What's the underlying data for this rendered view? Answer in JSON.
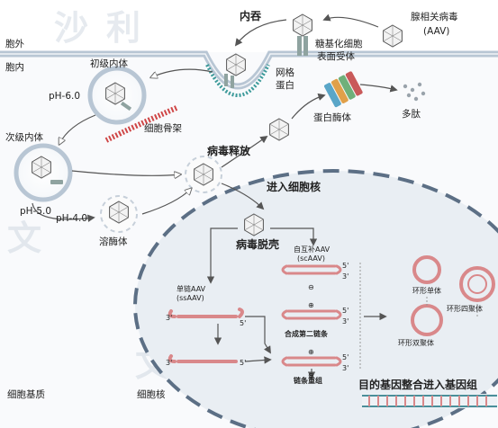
{
  "labels": {
    "outside": "胞外",
    "inside": "胞内",
    "aav": "腺相关病毒",
    "aav_abbr": "(AAV)",
    "endocytosis": "内吞",
    "receptor_line1": "糖基化细胞",
    "receptor_line2": "表面受体",
    "clathrin_line1": "网格",
    "clathrin_line2": "蛋白",
    "early_endosome": "初级内体",
    "ph60": "pH-6.0",
    "cytoskeleton": "细胞骨架",
    "proteasome": "蛋白酶体",
    "peptide": "多肽",
    "late_endosome": "次级内体",
    "ph50": "pH-5.0",
    "ph40": "pH-4.0",
    "virus_release": "病毒释放",
    "lysosome": "溶酶体",
    "enter_nucleus": "进入细胞核",
    "uncoating": "病毒脱壳",
    "scaav_line1": "自互补AAV",
    "scaav_line2": "(scAAV)",
    "ssaav_line1": "单链AAV",
    "ssaav_line2": "(ssAAV)",
    "second_strand": "合成第二链条",
    "strand_anneal": "链条重组",
    "circular_monomer": "环形单体",
    "circular_tetramer": "环形四聚体",
    "circular_dimer": "环形双聚体",
    "integration": "目的基因整合进入基因组",
    "cytoplasm": "细胞基质",
    "nucleus": "细胞核",
    "p3": "3'",
    "p5": "5'",
    "plus": "⊕",
    "minus": "⊖",
    "watermark_1": "沙",
    "watermark_2": "利",
    "watermark_3": "文"
  },
  "colors": {
    "membrane": "#b8c6d4",
    "nucleus_fill": "#e9eef3",
    "nucleus_dash": "#5c6f85",
    "dna": "#d9888a",
    "receptor": "#8fa3a0",
    "clathrin": "#3d9a9a",
    "cytoskeleton": "#cf4646",
    "arrow": "#555555"
  }
}
